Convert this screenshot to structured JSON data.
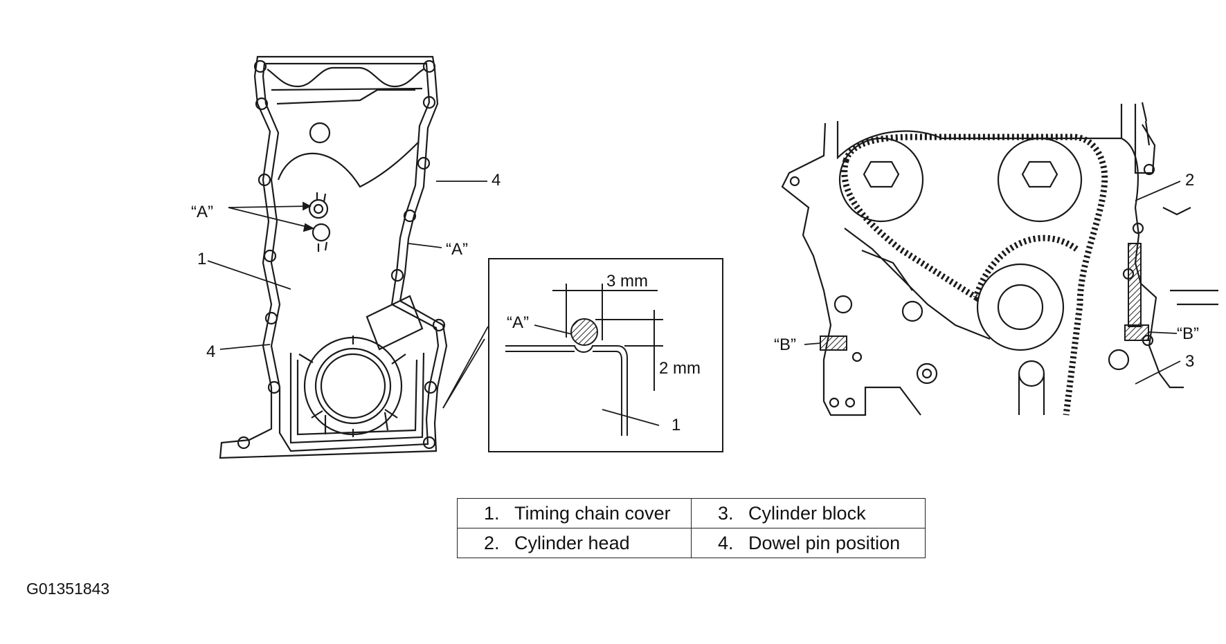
{
  "figure": {
    "code": "G01351843"
  },
  "left_view": {
    "callouts": {
      "a_top": "“A”",
      "a_right": "“A”",
      "one": "1",
      "four_top": "4",
      "four_left": "4"
    }
  },
  "detail_view": {
    "callouts": {
      "a": "“A”",
      "dim_3": "3 mm",
      "dim_2": "2 mm",
      "one": "1"
    }
  },
  "right_view": {
    "callouts": {
      "two": "2",
      "three": "3",
      "b_left": "“B”",
      "b_right": "“B”"
    }
  },
  "legend": {
    "rows": [
      [
        {
          "num": "1.",
          "text": "Timing chain cover"
        },
        {
          "num": "3.",
          "text": "Cylinder block"
        }
      ],
      [
        {
          "num": "2.",
          "text": "Cylinder head"
        },
        {
          "num": "4.",
          "text": "Dowel pin position"
        }
      ]
    ]
  }
}
